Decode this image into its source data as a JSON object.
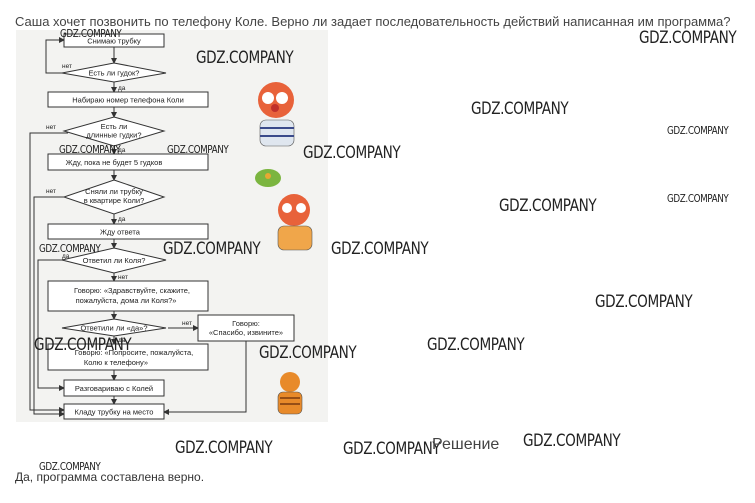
{
  "question": "Саша хочет позвонить по телефону Коле. Верно ли задает последовательность действий написанная им программа?",
  "flowchart": {
    "step_pick_up": "Снимаю трубку",
    "cond_dial_tone": "Есть ли гудок?",
    "step_dial": "Набираю номер телефона Коли",
    "cond_long_beeps_1": "Есть ли",
    "cond_long_beeps_2": "длинные гудки?",
    "step_wait_5": "Жду, пока не будет 5 гудков",
    "cond_picked_up_1": "Сняли ли трубку",
    "cond_picked_up_2": "в квартире Коли?",
    "step_wait_answer": "Жду ответа",
    "cond_kolya_answered": "Ответил ли Коля?",
    "step_say_1": "Говорю: «Здравствуйте, скажите,",
    "step_say_2": "пожалуйста, дома ли Коля?»",
    "cond_answer_yes": "Ответили ли «да»?",
    "step_thanks_1": "Говорю:",
    "step_thanks_2": "«Спасибо, извините»",
    "step_ask_1": "Говорю: «Попросите, пожалуйста,",
    "step_ask_2": "Колю к телефону»",
    "step_talk": "Разговариваю с Колей",
    "step_hang_up": "Кладу трубку на место",
    "label_yes": "да",
    "label_no": "нет"
  },
  "watermarks": [
    "GDZ.COMPANY"
  ],
  "solution_heading": "Решение",
  "answer": "Да, программа составлена верно."
}
